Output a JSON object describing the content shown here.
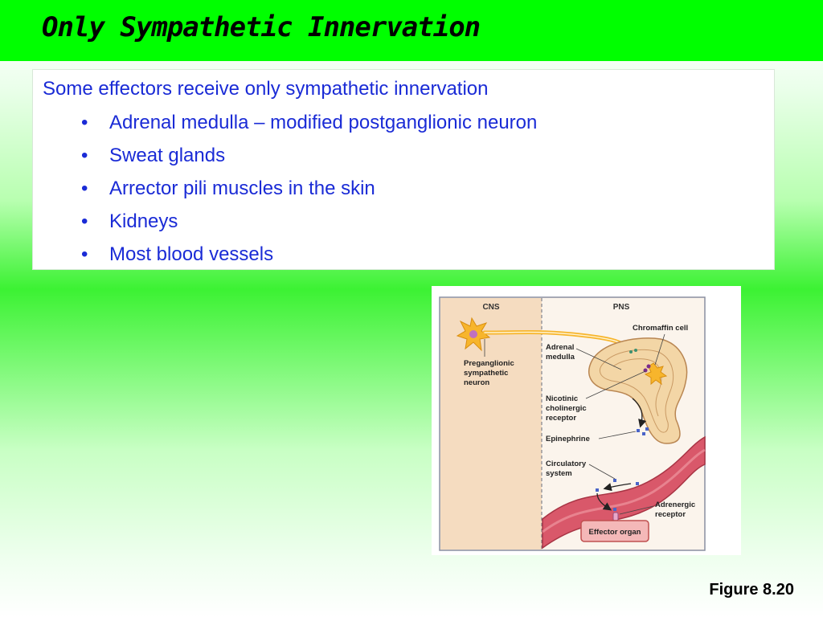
{
  "slide": {
    "title": "Only Sympathetic Innervation",
    "intro": "Some effectors receive only sympathetic innervation",
    "bullets": [
      "Adrenal medulla – modified postganglionic neuron",
      "Sweat glands",
      "Arrector pili muscles in the skin",
      "Kidneys",
      "Most blood vessels"
    ],
    "figure_caption": "Figure 8.20"
  },
  "figure": {
    "cns_label": "CNS",
    "pns_label": "PNS",
    "chromaffin_cell": "Chromaffin cell",
    "adrenal_medulla": [
      "Adrenal",
      "medulla"
    ],
    "preganglionic_neuron": [
      "Preganglionic",
      "sympathetic",
      "neuron"
    ],
    "nicotinic_receptor": [
      "Nicotinic",
      "cholinergic",
      "receptor"
    ],
    "epinephrine": "Epinephrine",
    "circulatory_system": [
      "Circulatory",
      "system"
    ],
    "adrenergic_receptor": [
      "Adrenergic",
      "receptor"
    ],
    "effector_organ": "Effector organ"
  },
  "colors": {
    "header_green": "#00ff00",
    "text_blue": "#1a2bd6",
    "cns_panel": "#f5dcc0",
    "neuron_yellow": "#f7b52c",
    "vessel_red": "#d9586a"
  }
}
